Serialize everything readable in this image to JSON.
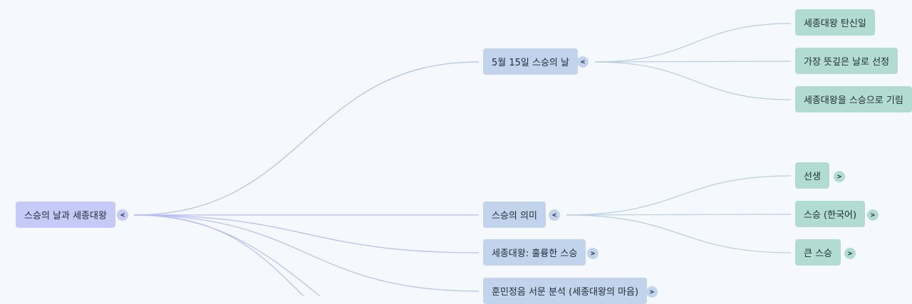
{
  "mindmap": {
    "root": {
      "label": "스승의 날과 세종대왕",
      "toggle": "<"
    },
    "branches": [
      {
        "label": "5월 15일 스승의 날",
        "toggle": "<",
        "children": [
          {
            "label": "세종대왕 탄신일"
          },
          {
            "label": "가장 뜻깊은 날로 선정"
          },
          {
            "label": "세종대왕을 스승으로 기림"
          }
        ]
      },
      {
        "label": "스승의 의미",
        "toggle": "<",
        "children": [
          {
            "label": "선생",
            "toggle": ">"
          },
          {
            "label": "스승 (한국어)",
            "toggle": ">"
          },
          {
            "label": "큰 스승",
            "toggle": ">"
          }
        ]
      },
      {
        "label": "세종대왕: 훌륭한 스승",
        "toggle": ">"
      },
      {
        "label": "훈민정음 서문 분석 (세종대왕의 마음)",
        "toggle": ">"
      }
    ]
  },
  "colors": {
    "background": "#f5f9fd",
    "root_node": "#c5caf7",
    "branch_node": "#c2d3ec",
    "leaf_node": "#b2dcd1",
    "root_edge": "#b5bdf0",
    "leaf_edge": "#b8cde3"
  }
}
